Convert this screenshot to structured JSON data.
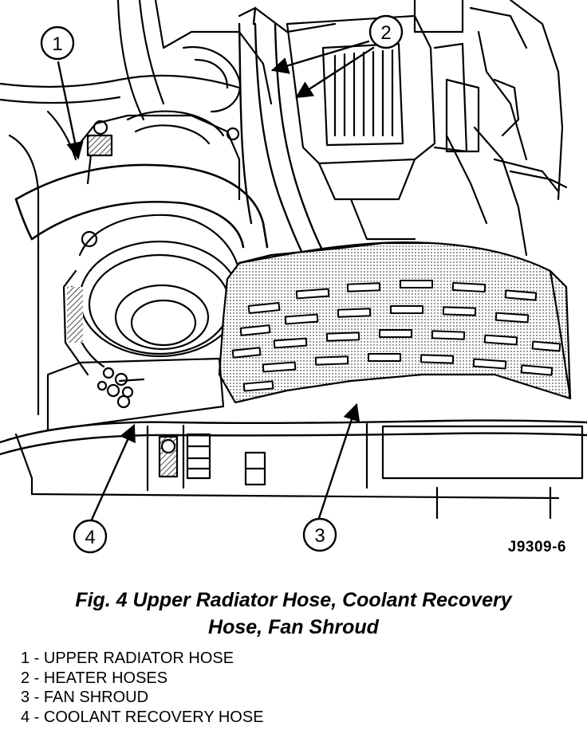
{
  "figure": {
    "code": "J9309-6",
    "caption_line1": "Fig. 4 Upper Radiator Hose, Coolant Recovery",
    "caption_line2": "Hose, Fan Shroud"
  },
  "callouts": [
    {
      "number": "1",
      "label": "UPPER RADIATOR HOSE"
    },
    {
      "number": "2",
      "label": "HEATER HOSES"
    },
    {
      "number": "3",
      "label": "FAN SHROUD"
    },
    {
      "number": "4",
      "label": "COOLANT RECOVERY HOSE"
    }
  ],
  "legend": [
    "1 - UPPER RADIATOR HOSE",
    "2 - HEATER HOSES",
    "3 - FAN SHROUD",
    "4 - COOLANT RECOVERY HOSE"
  ],
  "colors": {
    "ink": "#000000",
    "paper": "#ffffff",
    "stipple": "#9a9a9a"
  }
}
